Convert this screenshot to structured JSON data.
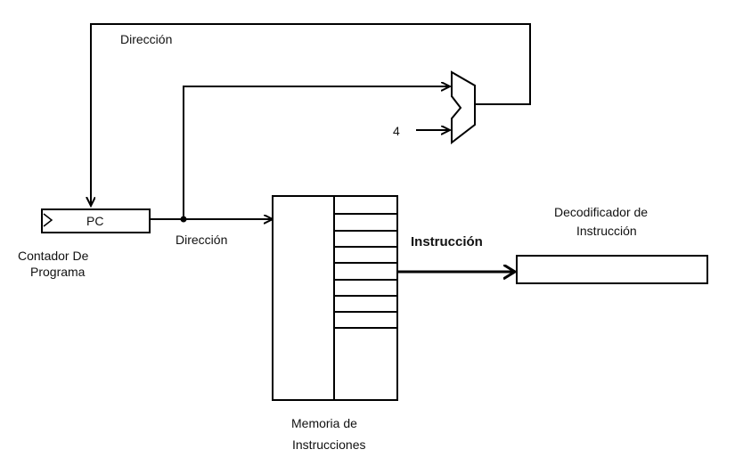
{
  "diagram": {
    "labels": {
      "feedback_address": "Dirección",
      "pc_address": "Dirección",
      "four": "4",
      "pc": "PC",
      "pc_caption_line1": "Contador De",
      "pc_caption_line2": "Programa",
      "instruction": "Instrucción",
      "decoder_line1": "Decodificador de",
      "decoder_line2": "Instrucción",
      "memory_line1": "Memoria de",
      "memory_line2": "Instrucciones"
    },
    "colors": {
      "stroke": "#000000",
      "background": "#ffffff"
    }
  }
}
